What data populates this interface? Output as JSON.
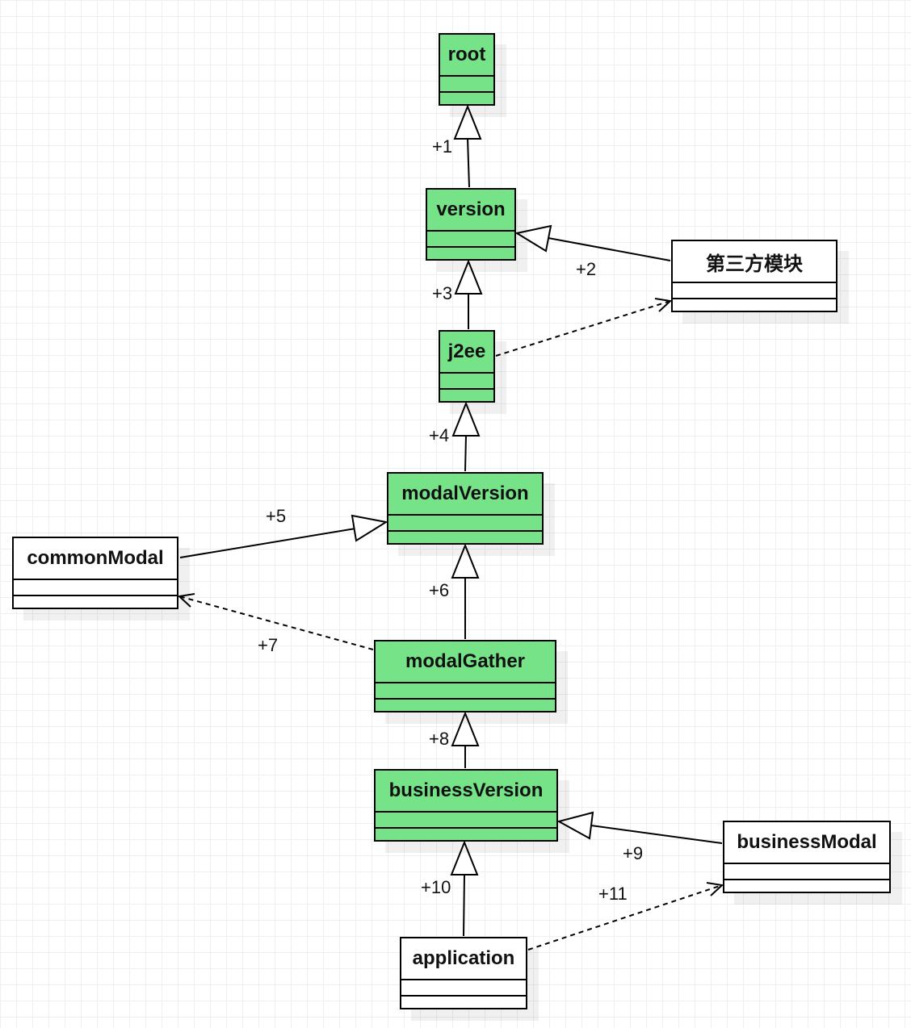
{
  "colors": {
    "module_fill": "#77e389",
    "external_fill": "#ffffff",
    "line": "#000000"
  },
  "classes": {
    "root": "root",
    "version": "version",
    "third_party": "第三方模块",
    "j2ee": "j2ee",
    "modal_version": "modalVersion",
    "common_modal": "commonModal",
    "modal_gather": "modalGather",
    "business_version": "businessVersion",
    "business_modal": "businessModal",
    "application": "application"
  },
  "relations": [
    {
      "label": "+1",
      "from": "version",
      "to": "root",
      "kind": "generalization"
    },
    {
      "label": "+2",
      "from": "第三方模块",
      "to": "version",
      "kind": "generalization"
    },
    {
      "label": "+3",
      "from": "j2ee",
      "to": "version",
      "kind": "generalization"
    },
    {
      "label": "+4",
      "from": "modalVersion",
      "to": "j2ee",
      "kind": "generalization"
    },
    {
      "label": "+5",
      "from": "commonModal",
      "to": "modalVersion",
      "kind": "generalization"
    },
    {
      "label": "+6",
      "from": "modalGather",
      "to": "modalVersion",
      "kind": "generalization"
    },
    {
      "label": "+7",
      "from": "modalGather",
      "to": "commonModal",
      "kind": "dependency"
    },
    {
      "label": "+8",
      "from": "businessVersion",
      "to": "modalGather",
      "kind": "generalization"
    },
    {
      "label": "+9",
      "from": "businessModal",
      "to": "businessVersion",
      "kind": "generalization"
    },
    {
      "label": "+10",
      "from": "application",
      "to": "businessVersion",
      "kind": "generalization"
    },
    {
      "label": "+11",
      "from": "application",
      "to": "businessModal",
      "kind": "dependency"
    }
  ]
}
